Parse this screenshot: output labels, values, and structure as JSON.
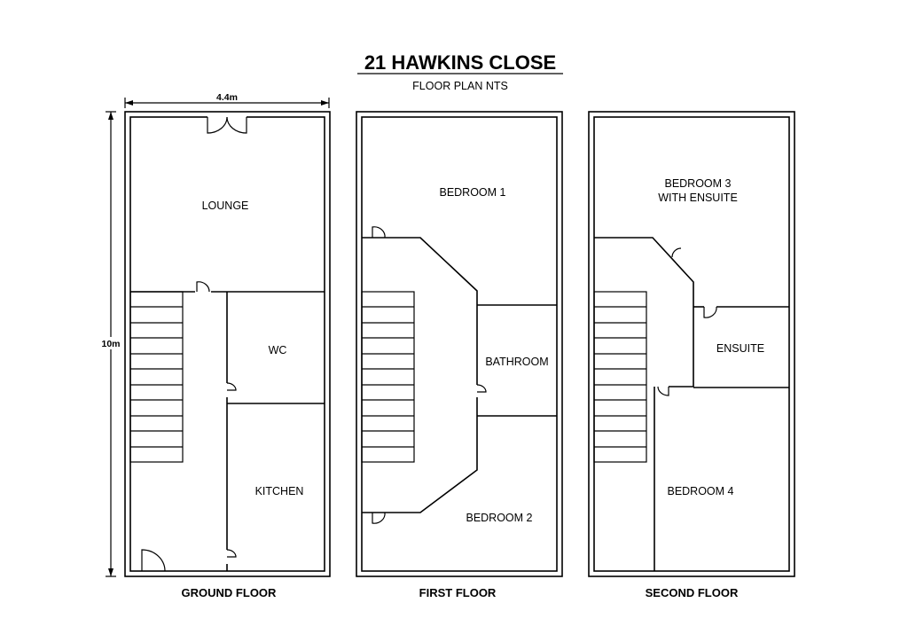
{
  "title": "21 HAWKINS CLOSE",
  "subtitle": "FLOOR PLAN NTS",
  "dimensions": {
    "width": "4.4m",
    "depth": "10m"
  },
  "floors": [
    {
      "name": "GROUND FLOOR",
      "rooms": [
        "LOUNGE",
        "WC",
        "KITCHEN"
      ]
    },
    {
      "name": "FIRST FLOOR",
      "rooms": [
        "BEDROOM 1",
        "BATHROOM",
        "BEDROOM 2"
      ]
    },
    {
      "name": "SECOND FLOOR",
      "rooms": [
        "BEDROOM 3",
        "WITH ENSUITE",
        "ENSUITE",
        "BEDROOM 4"
      ]
    }
  ]
}
